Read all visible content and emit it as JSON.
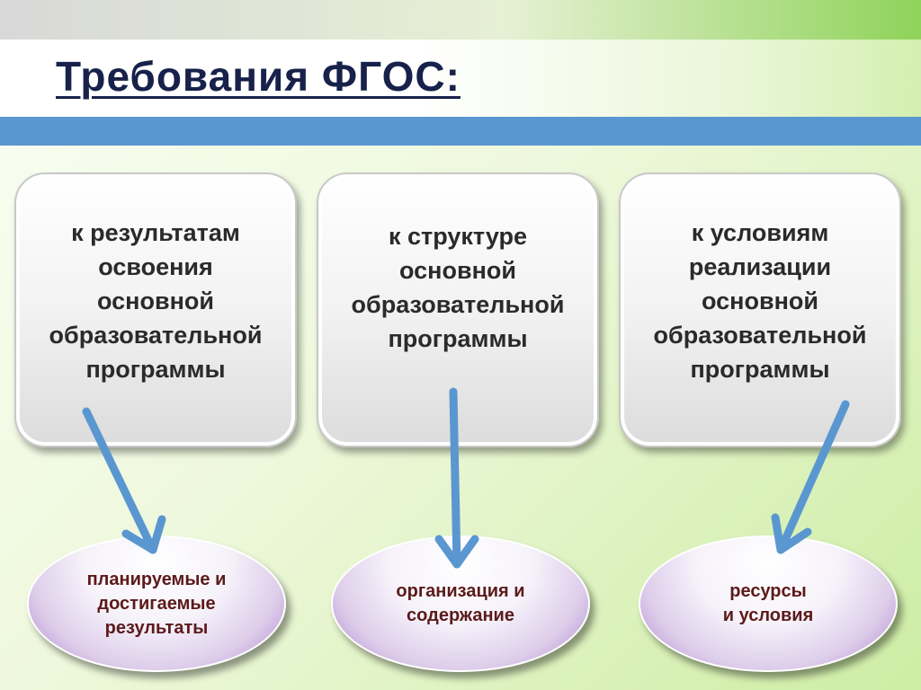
{
  "title": "Требования ФГОС:",
  "boxes": [
    {
      "text": "к результатам\nосвоения\nосновной\nобразовательной\nпрограммы"
    },
    {
      "text": "к структуре\nосновной\nобразовательной\nпрограммы"
    },
    {
      "text": "к условиям\nреализации\nосновной\nобразовательной\nпрограммы"
    }
  ],
  "ellipses": [
    {
      "text": "планируемые и\nдостигаемые\nрезультаты"
    },
    {
      "text": "организация и\nсодержание"
    },
    {
      "text": "ресурсы\nи условия"
    }
  ],
  "colors": {
    "title": "#17214a",
    "blue_bar": "#5a97d1",
    "arrow": "#5a97d1",
    "ellipse_text": "#5c1a1a"
  }
}
